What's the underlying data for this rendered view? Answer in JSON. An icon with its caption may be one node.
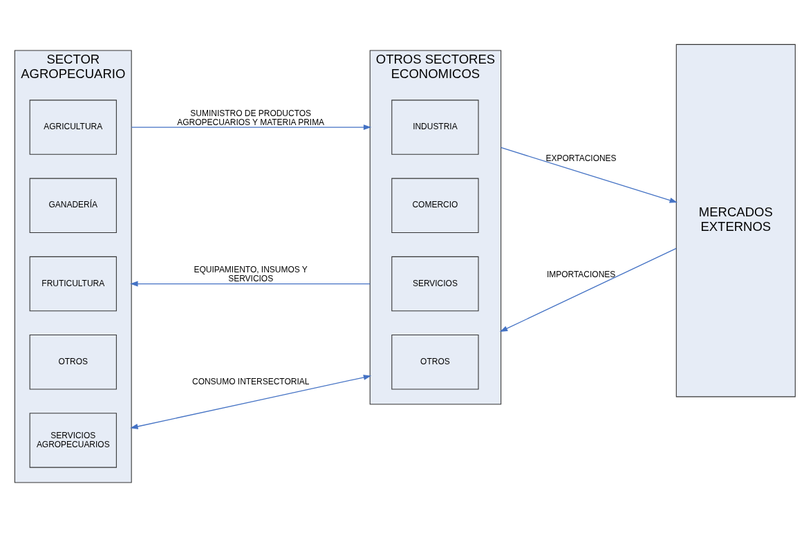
{
  "diagram": {
    "nodes": [
      {
        "text": [
          "SECTOR AGROPECUARIO"
        ]
      },
      {
        "text": [
          "AGRICULTURA"
        ],
        "in": 0
      },
      {
        "text": [
          "GANADERÍA"
        ],
        "in": 0
      },
      {
        "text": [
          "FRUTICULTURA"
        ],
        "in": 0
      },
      {
        "text": [
          "OTROS"
        ],
        "in": 0
      },
      {
        "text": [
          "SERVICIOS AGROPECUARIOS"
        ],
        "in": 0
      },
      {
        "text": [
          "OTROS SECTORES ECONOMICOS"
        ]
      },
      {
        "text": [
          "INDUSTRIA"
        ],
        "in": 6
      },
      {
        "text": [
          "COMERCIO"
        ],
        "in": 6
      },
      {
        "text": [
          "SERVICIOS"
        ],
        "in": 6
      },
      {
        "text": [
          "OTROS"
        ],
        "in": 6
      },
      {
        "text": [
          "MERCADOS EXTERNOS"
        ]
      }
    ],
    "edges": [
      {
        "from": 0,
        "to": 6,
        "arrow": "to",
        "label": "SUMINISTRO DE PRODUCTOS AGROPECUARIOS Y MATERIA PRIMA"
      },
      {
        "from": 6,
        "to": 11,
        "arrow": "to",
        "label": "EXPORTACIONES"
      },
      {
        "from": 6,
        "to": 0,
        "arrow": "to",
        "label": "EQUIPAMIENTO, INSUMOS Y SERVICIOS"
      },
      {
        "from": 11,
        "to": 6,
        "arrow": "to",
        "label": "IMPORTACIONES"
      },
      {
        "from": 0,
        "to": 6,
        "arrow": "both",
        "label": "CONSUMO INTERSECTORIAL"
      }
    ]
  }
}
